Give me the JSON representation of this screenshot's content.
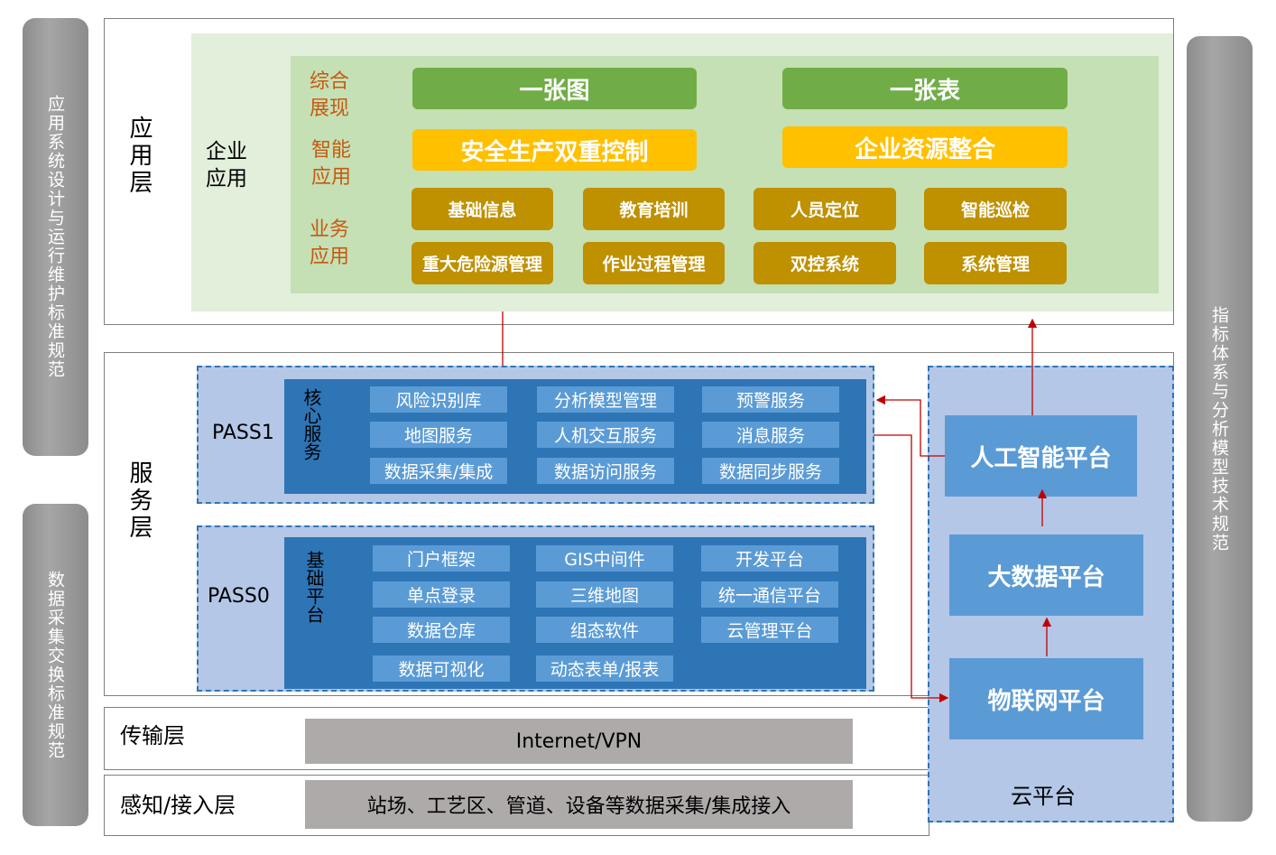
{
  "side": {
    "left_top": "应用系统设计与运行维护标准规范",
    "left_bottom": "数据采集交换标准规范",
    "right": "指标体系与分析模型技术规范"
  },
  "app_layer": {
    "label": "应用层",
    "sub_label": "企业应用",
    "categories": [
      "综合展现",
      "智能应用",
      "业务应用"
    ],
    "display": [
      "一张图",
      "一张表"
    ],
    "smart": [
      "安全生产双重控制",
      "企业资源整合"
    ],
    "business": [
      "基础信息",
      "教育培训",
      "人员定位",
      "智能巡检",
      "重大危险源管理",
      "作业过程管理",
      "双控系统",
      "系统管理"
    ]
  },
  "service_layer": {
    "label": "服务层",
    "pass1": {
      "label": "PASS1",
      "group": "核心服务",
      "items": [
        "风险识别库",
        "分析模型管理",
        "预警服务",
        "地图服务",
        "人机交互服务",
        "消息服务",
        "数据采集/集成",
        "数据访问服务",
        "数据同步服务"
      ]
    },
    "pass0": {
      "label": "PASS0",
      "group": "基础平台",
      "items": [
        "门户框架",
        "GIS中间件",
        "开发平台",
        "单点登录",
        "三维地图",
        "统一通信平台",
        "数据仓库",
        "组态软件",
        "云管理平台",
        "数据可视化",
        "动态表单/报表"
      ]
    }
  },
  "transport_layer": {
    "label": "传输层",
    "content": "Internet/VPN"
  },
  "sensing_layer": {
    "label": "感知/接入层",
    "content": "站场、工艺区、管道、设备等数据采集/集成接入"
  },
  "cloud": {
    "label": "云平台",
    "platforms": [
      "人工智能平台",
      "大数据平台",
      "物联网平台"
    ]
  }
}
